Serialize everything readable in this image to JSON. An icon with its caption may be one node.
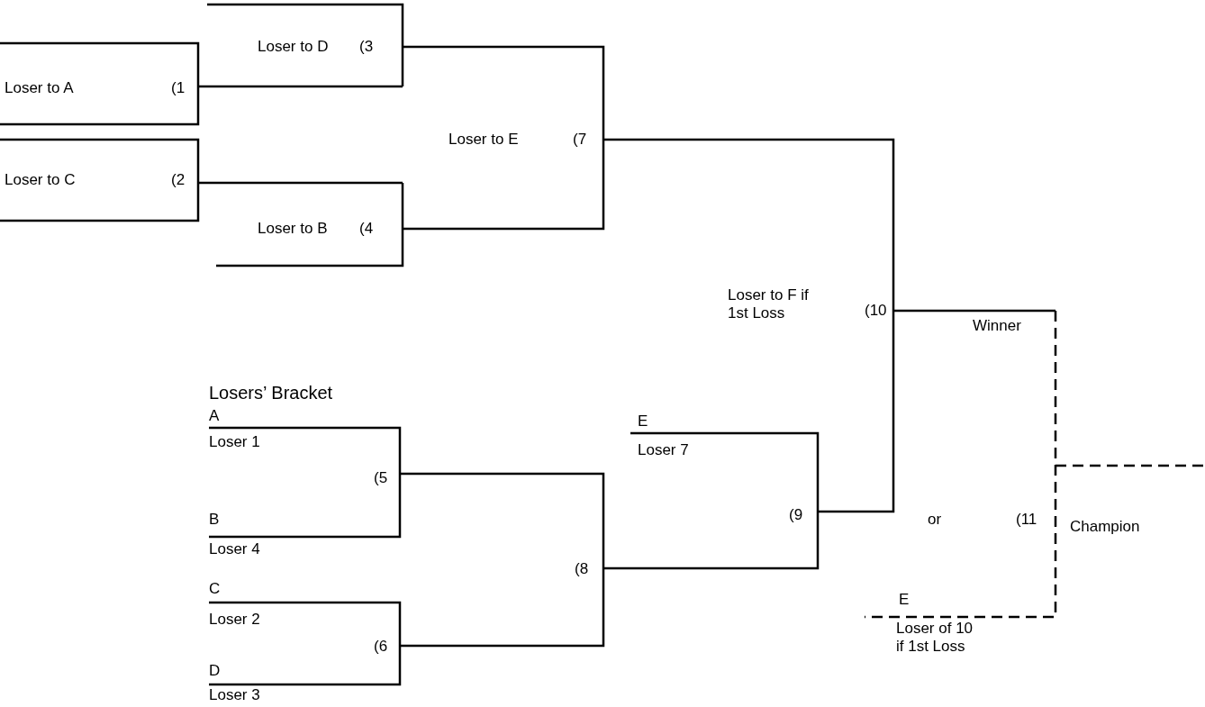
{
  "diagram": {
    "labels": [
      "Loser to D",
      "(3",
      "Loser to A",
      "(1",
      "Loser to E",
      "(7",
      "Loser to C",
      "(2",
      "Loser to B",
      "(4",
      "Loser to F if 1st Loss",
      "(10",
      "Winner",
      "Losers’ Bracket",
      "A",
      "Loser 1",
      "E",
      "Loser 7",
      "(5",
      "(9",
      "or",
      "(11",
      "Champion",
      "B",
      "Loser 4",
      "(8",
      "C",
      "Loser 2",
      "(6",
      "D",
      "Loser 3",
      "E",
      "Loser of 10 if 1st Loss"
    ]
  }
}
